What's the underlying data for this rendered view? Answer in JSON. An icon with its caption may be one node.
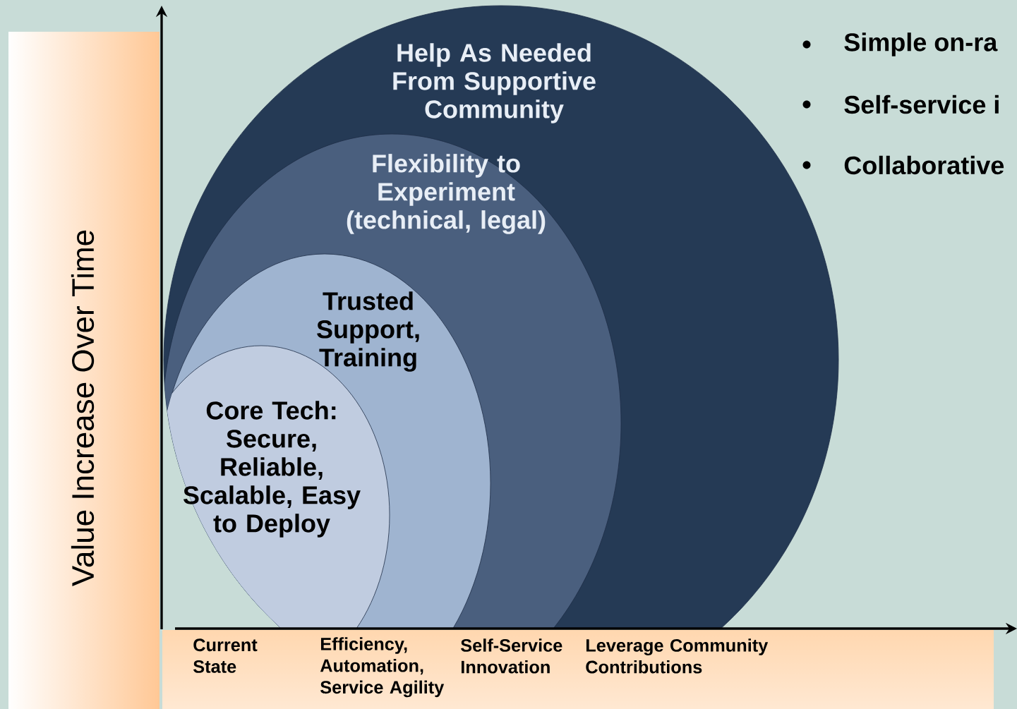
{
  "diagram": {
    "nodes": [
      {
        "text": [
          "Help As Needed From Supportive Community"
        ]
      },
      {
        "text": [
          "Flexibility to Experiment (technical, legal)"
        ],
        "in": 0
      },
      {
        "text": [
          "Trusted Support, Training"
        ],
        "in": 1
      },
      {
        "text": [
          "Core Tech: Secure, Reliable, Scalable, Easy to Deploy"
        ],
        "in": 2
      }
    ],
    "labels": [
      "Simple on-ra",
      "Self-service i",
      "Collaborative",
      "Value Increase Over Time",
      "Current State",
      "Efficiency, Automation, Service Agility",
      "Self-Service Innovation",
      "Leverage Community Contributions"
    ]
  }
}
